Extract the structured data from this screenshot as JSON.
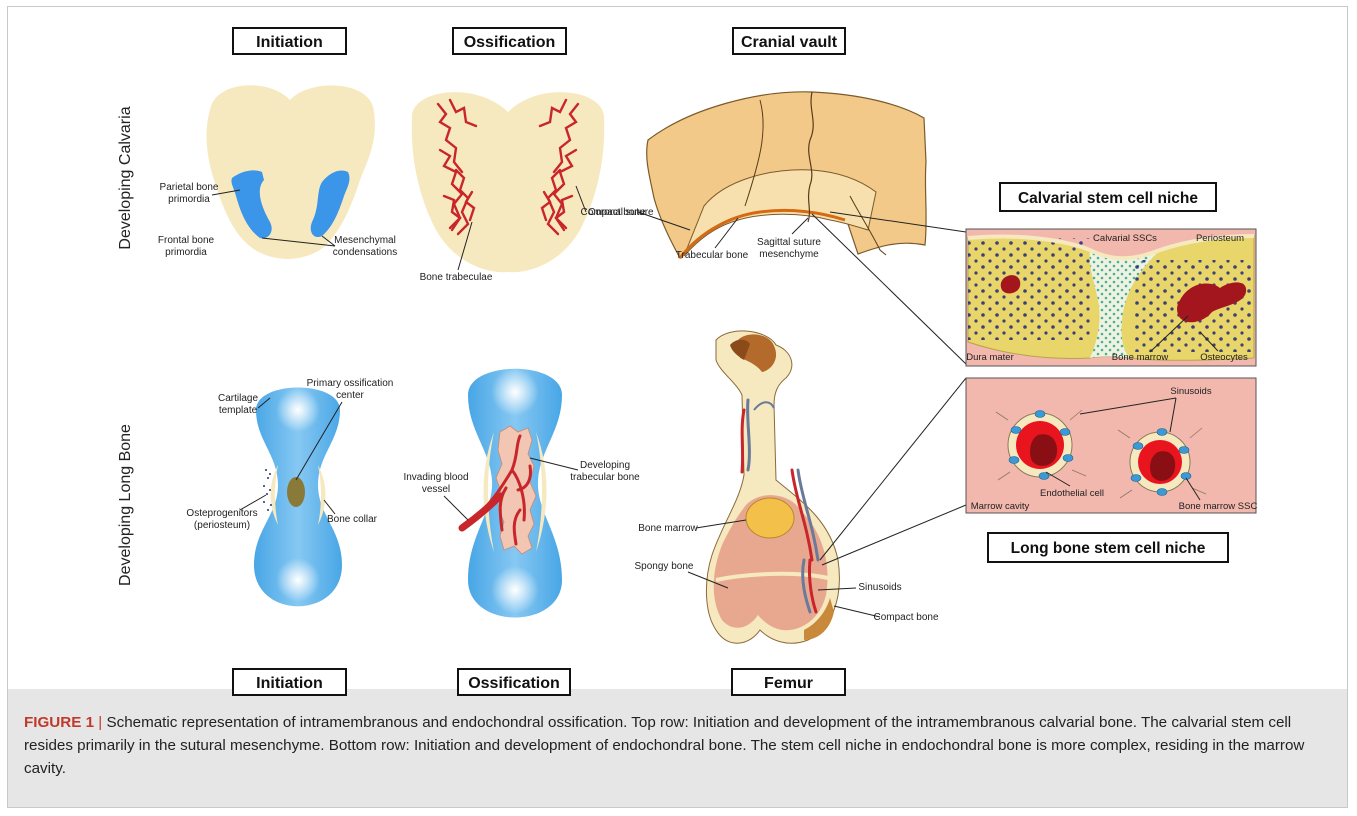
{
  "headers": {
    "top": [
      "Initiation",
      "Ossification",
      "Cranial vault"
    ],
    "bottom": [
      "Initiation",
      "Ossification",
      "Femur"
    ],
    "calvarial_niche": "Calvarial stem cell niche",
    "longbone_niche": "Long bone stem cell niche"
  },
  "row_labels": {
    "top": "Developing Calvaria",
    "bottom": "Developing Long Bone"
  },
  "labels": {
    "parietal_1": "Parietal bone",
    "parietal_2": "primordia",
    "frontal_1": "Frontal bone",
    "frontal_2": "primordia",
    "mesenchymal_1": "Mesenchymal",
    "mesenchymal_2": "condensations",
    "bone_trabeculae": "Bone trabeculae",
    "coronal_suture": "Coronal suture",
    "compact_bone_top": "Compact bone",
    "trabecular_bone": "Trabecular bone",
    "sagittal_1": "Sagittal suture",
    "sagittal_2": "mesenchyme",
    "calvarial_sscs": "Calvarial SSCs",
    "periosteum": "Periosteum",
    "dura_mater": "Dura mater",
    "bone_marrow_niche": "Bone marrow",
    "osteocytes": "Osteocytes",
    "cartilage_1": "Cartilage",
    "cartilage_2": "template",
    "primary_1": "Primary ossification",
    "primary_2": "center",
    "osteoprog_1": "Osteprogenitors",
    "osteoprog_2": "(periosteum)",
    "bone_collar": "Bone collar",
    "invading_1": "Invading blood",
    "invading_2": "vessel",
    "developing_1": "Developing",
    "developing_2": "trabecular bone",
    "bone_marrow_femur": "Bone marrow",
    "spongy_bone": "Spongy bone",
    "sinusoids_femur": "Sinusoids",
    "compact_bone_femur": "Compact bone",
    "sinusoids_niche": "Sinusoids",
    "endothelial_cell": "Endothelial cell",
    "marrow_cavity": "Marrow cavity",
    "bone_marrow_ssc": "Bone marrow SSC"
  },
  "caption": {
    "label": "FIGURE 1",
    "separator": "|",
    "text": "Schematic representation of intramembranous and endochondral ossification. Top row: Initiation and development of the intramembranous calvarial bone. The calvarial stem cell resides primarily in the sutural mesenchyme. Bottom row: Initiation and development of endochondral bone. The stem cell niche in endochondral bone is more complex, residing in the marrow cavity."
  },
  "colors": {
    "bone_cream": "#f7e9bf",
    "cartilage_blue": "#3aa0e0",
    "mesenchyme_blue": "#3b95e8",
    "trabeculae_red": "#c8262b",
    "vault_orange": "#f3c98a",
    "niche_pink": "#f2b8ad",
    "marrow_yellow": "#e8d66a",
    "ssc_green": "#5fc6a6",
    "cell_navy": "#2a2f7a",
    "caption_red": "#c0392b"
  }
}
